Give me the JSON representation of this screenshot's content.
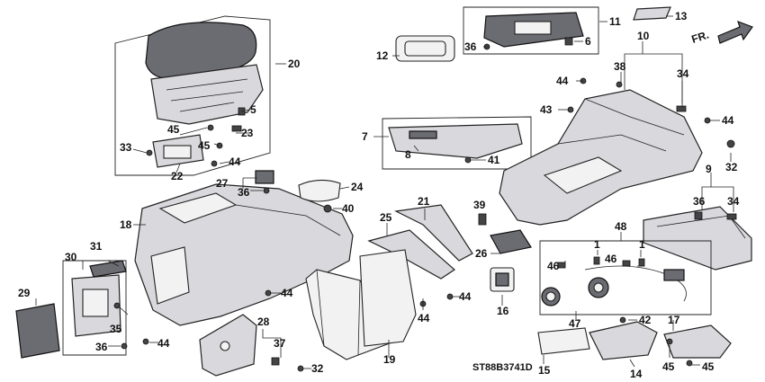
{
  "diagram": {
    "code": "ST88B3741D",
    "direction_label": "FR.",
    "callouts": [
      {
        "id": "c1a",
        "label": "1"
      },
      {
        "id": "c1b",
        "label": "1"
      },
      {
        "id": "c5",
        "label": "5"
      },
      {
        "id": "c6",
        "label": "6"
      },
      {
        "id": "c7",
        "label": "7"
      },
      {
        "id": "c8",
        "label": "8"
      },
      {
        "id": "c9",
        "label": "9"
      },
      {
        "id": "c10",
        "label": "10"
      },
      {
        "id": "c11",
        "label": "11"
      },
      {
        "id": "c12",
        "label": "12"
      },
      {
        "id": "c13",
        "label": "13"
      },
      {
        "id": "c14",
        "label": "14"
      },
      {
        "id": "c15",
        "label": "15"
      },
      {
        "id": "c16",
        "label": "16"
      },
      {
        "id": "c17",
        "label": "17"
      },
      {
        "id": "c18",
        "label": "18"
      },
      {
        "id": "c19",
        "label": "19"
      },
      {
        "id": "c20",
        "label": "20"
      },
      {
        "id": "c21",
        "label": "21"
      },
      {
        "id": "c22",
        "label": "22"
      },
      {
        "id": "c23",
        "label": "23"
      },
      {
        "id": "c24",
        "label": "24"
      },
      {
        "id": "c25",
        "label": "25"
      },
      {
        "id": "c26",
        "label": "26"
      },
      {
        "id": "c27",
        "label": "27"
      },
      {
        "id": "c28",
        "label": "28"
      },
      {
        "id": "c29",
        "label": "29"
      },
      {
        "id": "c30",
        "label": "30"
      },
      {
        "id": "c31",
        "label": "31"
      },
      {
        "id": "c32a",
        "label": "32"
      },
      {
        "id": "c32b",
        "label": "32"
      },
      {
        "id": "c33",
        "label": "33"
      },
      {
        "id": "c34a",
        "label": "34"
      },
      {
        "id": "c34b",
        "label": "34"
      },
      {
        "id": "c35",
        "label": "35"
      },
      {
        "id": "c36a",
        "label": "36"
      },
      {
        "id": "c36b",
        "label": "36"
      },
      {
        "id": "c36c",
        "label": "36"
      },
      {
        "id": "c36d",
        "label": "36"
      },
      {
        "id": "c37",
        "label": "37"
      },
      {
        "id": "c38",
        "label": "38"
      },
      {
        "id": "c39",
        "label": "39"
      },
      {
        "id": "c40",
        "label": "40"
      },
      {
        "id": "c41",
        "label": "41"
      },
      {
        "id": "c42",
        "label": "42"
      },
      {
        "id": "c43",
        "label": "43"
      },
      {
        "id": "c44a",
        "label": "44"
      },
      {
        "id": "c44b",
        "label": "44"
      },
      {
        "id": "c44c",
        "label": "44"
      },
      {
        "id": "c44d",
        "label": "44"
      },
      {
        "id": "c44e",
        "label": "44"
      },
      {
        "id": "c44f",
        "label": "44"
      },
      {
        "id": "c44g",
        "label": "44"
      },
      {
        "id": "c45a",
        "label": "45"
      },
      {
        "id": "c45b",
        "label": "45"
      },
      {
        "id": "c45c",
        "label": "45"
      },
      {
        "id": "c45d",
        "label": "45"
      },
      {
        "id": "c46a",
        "label": "46"
      },
      {
        "id": "c46b",
        "label": "46"
      },
      {
        "id": "c47",
        "label": "47"
      },
      {
        "id": "c48",
        "label": "48"
      }
    ]
  }
}
